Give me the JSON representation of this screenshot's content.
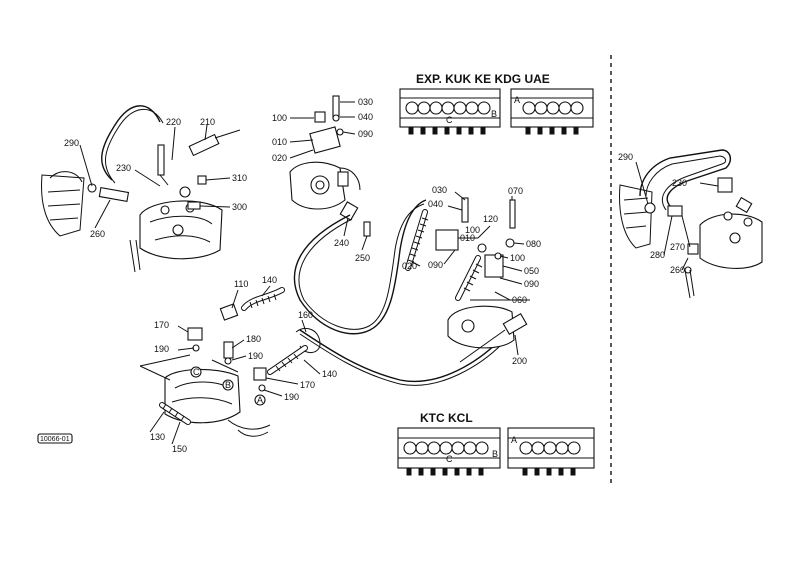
{
  "headers": {
    "exp": "EXP. KUK KE KDG UAE",
    "ktc": "KTC KCL"
  },
  "valve_letters": {
    "a": "A",
    "b": "B",
    "c": "C"
  },
  "stamp": "10066-01",
  "callouts": [
    {
      "id": "c290",
      "text": "290"
    },
    {
      "id": "c220",
      "text": "220"
    },
    {
      "id": "c210",
      "text": "210"
    },
    {
      "id": "c230",
      "text": "230"
    },
    {
      "id": "c310",
      "text": "310"
    },
    {
      "id": "c300",
      "text": "300"
    },
    {
      "id": "c260",
      "text": "260"
    },
    {
      "id": "c100a",
      "text": "100"
    },
    {
      "id": "c030a",
      "text": "030"
    },
    {
      "id": "c040a",
      "text": "040"
    },
    {
      "id": "c010a",
      "text": "010"
    },
    {
      "id": "c090a",
      "text": "090"
    },
    {
      "id": "c020a",
      "text": "020"
    },
    {
      "id": "c240",
      "text": "240"
    },
    {
      "id": "c250",
      "text": "250"
    },
    {
      "id": "c030b",
      "text": "030"
    },
    {
      "id": "c040b",
      "text": "040"
    },
    {
      "id": "c010b",
      "text": "010"
    },
    {
      "id": "c100b",
      "text": "100"
    },
    {
      "id": "c070",
      "text": "070"
    },
    {
      "id": "c120",
      "text": "120"
    },
    {
      "id": "c080",
      "text": "080"
    },
    {
      "id": "c100c",
      "text": "100"
    },
    {
      "id": "c050",
      "text": "050"
    },
    {
      "id": "c090b",
      "text": "090"
    },
    {
      "id": "c060",
      "text": "060"
    },
    {
      "id": "c020b",
      "text": "020"
    },
    {
      "id": "c090c",
      "text": "090"
    },
    {
      "id": "c200",
      "text": "200"
    },
    {
      "id": "c110",
      "text": "110"
    },
    {
      "id": "c140a",
      "text": "140"
    },
    {
      "id": "c160",
      "text": "160"
    },
    {
      "id": "c170a",
      "text": "170"
    },
    {
      "id": "c180",
      "text": "180"
    },
    {
      "id": "c190a",
      "text": "190"
    },
    {
      "id": "c190b",
      "text": "190"
    },
    {
      "id": "c140b",
      "text": "140"
    },
    {
      "id": "c170b",
      "text": "170"
    },
    {
      "id": "c190c",
      "text": "190"
    },
    {
      "id": "c130",
      "text": "130"
    },
    {
      "id": "c150",
      "text": "150"
    },
    {
      "id": "c290r",
      "text": "290"
    },
    {
      "id": "c230r",
      "text": "230"
    },
    {
      "id": "c280",
      "text": "280"
    },
    {
      "id": "c270",
      "text": "270"
    },
    {
      "id": "c260r",
      "text": "260"
    }
  ]
}
